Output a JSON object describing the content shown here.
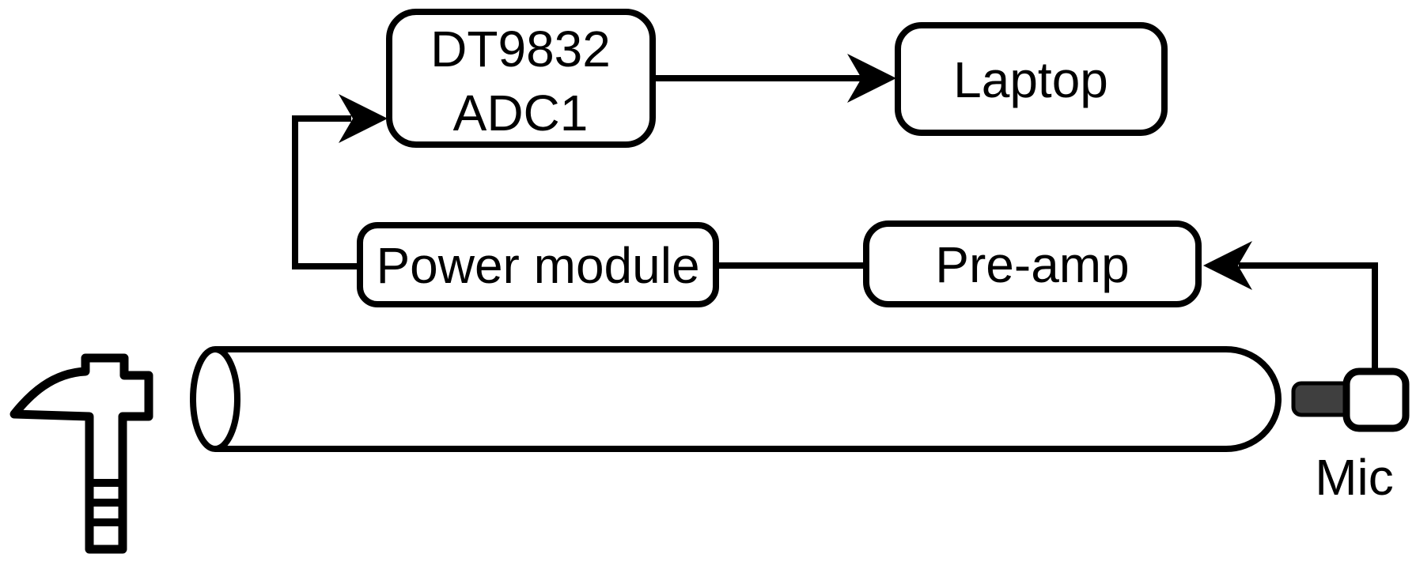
{
  "diagram": {
    "nodes": {
      "adc": {
        "label_line1": "DT9832",
        "label_line2": "ADC1"
      },
      "laptop": {
        "label": "Laptop"
      },
      "power_module": {
        "label": "Power module"
      },
      "preamp": {
        "label": "Pre-amp"
      },
      "mic": {
        "label": "Mic"
      }
    },
    "colors": {
      "line": "#000000",
      "background": "#ffffff",
      "mic_plug_fill": "#3f3f3f"
    }
  }
}
